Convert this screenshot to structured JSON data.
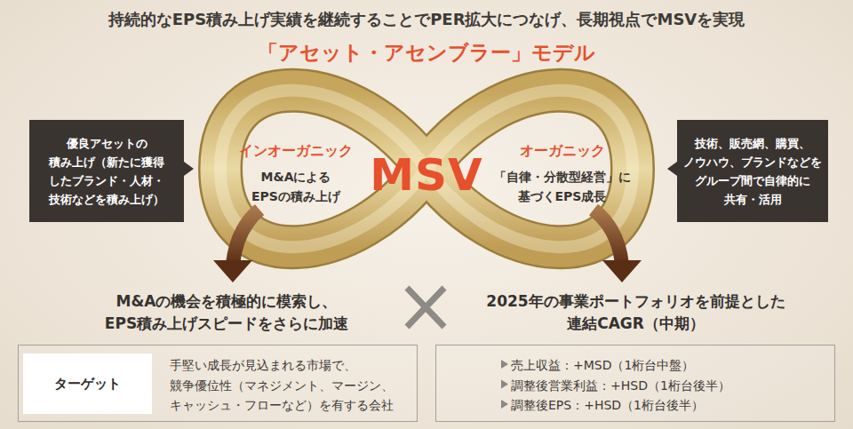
{
  "diagram": {
    "title": "持続的なEPS積み上げ実績を継続することでPER拡大につなげ、長期視点でMSVを実現",
    "nodes": [
      {
        "text": [
          "優良アセットの 積み上げ（新たに獲得 したブランド・人材・ 技術などを積み上げ）"
        ]
      },
      {
        "text": [
          "MSV"
        ]
      },
      {
        "text": [
          "インオーガニック",
          "M&Aによる EPSの積み上げ"
        ],
        "in": 1
      },
      {
        "text": [
          "オーガニック",
          "「自律・分散型経営」に 基づくEPS成長"
        ],
        "in": 1
      },
      {
        "text": [
          "技術、販売網、購買、 ノウハウ、ブランドなどを グループ間で自律的に 共有・活用"
        ]
      },
      {
        "text": [
          "手堅い成長が見込まれる市場で、 競争優位性（マネジメント、マージン、 キャッシュ・フローなど）を有する会社"
        ]
      },
      {
        "text": [
          "ターゲット"
        ],
        "in": 5
      },
      {
        "text": [
          "売上収益：+MSD（1桁台中盤）",
          "調整後営業利益：+HSD（1桁台後半）",
          "調整後EPS：+HSD（1桁台後半）"
        ]
      }
    ],
    "labels": [
      "「アセット・アセンブラー」モデル",
      "M&Aの機会を積極的に模索し、 EPS積み上げスピードをさらに加速",
      "2025年の事業ポートフォリオを前提とした 連結CAGR（中期）"
    ]
  }
}
